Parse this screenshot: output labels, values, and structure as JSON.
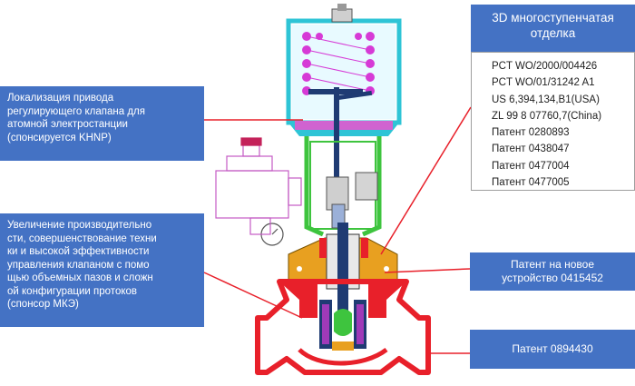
{
  "callouts": {
    "actuator": "Локализация привода\nрегулирующего клапана для\nатомной электростанции\n(спонсируется KHNP)",
    "performance": "Увеличение производительно\nсти, совершенствование техни\nки и высокой эффективности\nуправления клапаном с помо\nщью объемных пазов и сложн\nой конфигурации протоков\n(спонсор МКЭ)",
    "patent_device": "Патент на новое\nустройство 0415452",
    "patent_0894": "Патент 0894430",
    "trim_3d": "3D многоступенчатая\nотделка"
  },
  "patents": [
    "PCT WO/2000/004426",
    "PCT WO/01/31242 A1",
    "US 6,394,134,B1(USA)",
    "ZL 99 8 07760,7(China)",
    "Патент 0280893",
    "Патент 0438047",
    "Патент 0477004",
    "Патент 0477005"
  ],
  "colors": {
    "callout_fill": "#4472c4",
    "actuator_cyan": "#2ec4d6",
    "spring_magenta": "#d63ad6",
    "yoke_green": "#3ec43e",
    "body_red": "#e8202a",
    "bonnet_orange": "#e8a020",
    "stem_navy": "#1f3b73",
    "positioner_pink": "#c45ac4"
  }
}
